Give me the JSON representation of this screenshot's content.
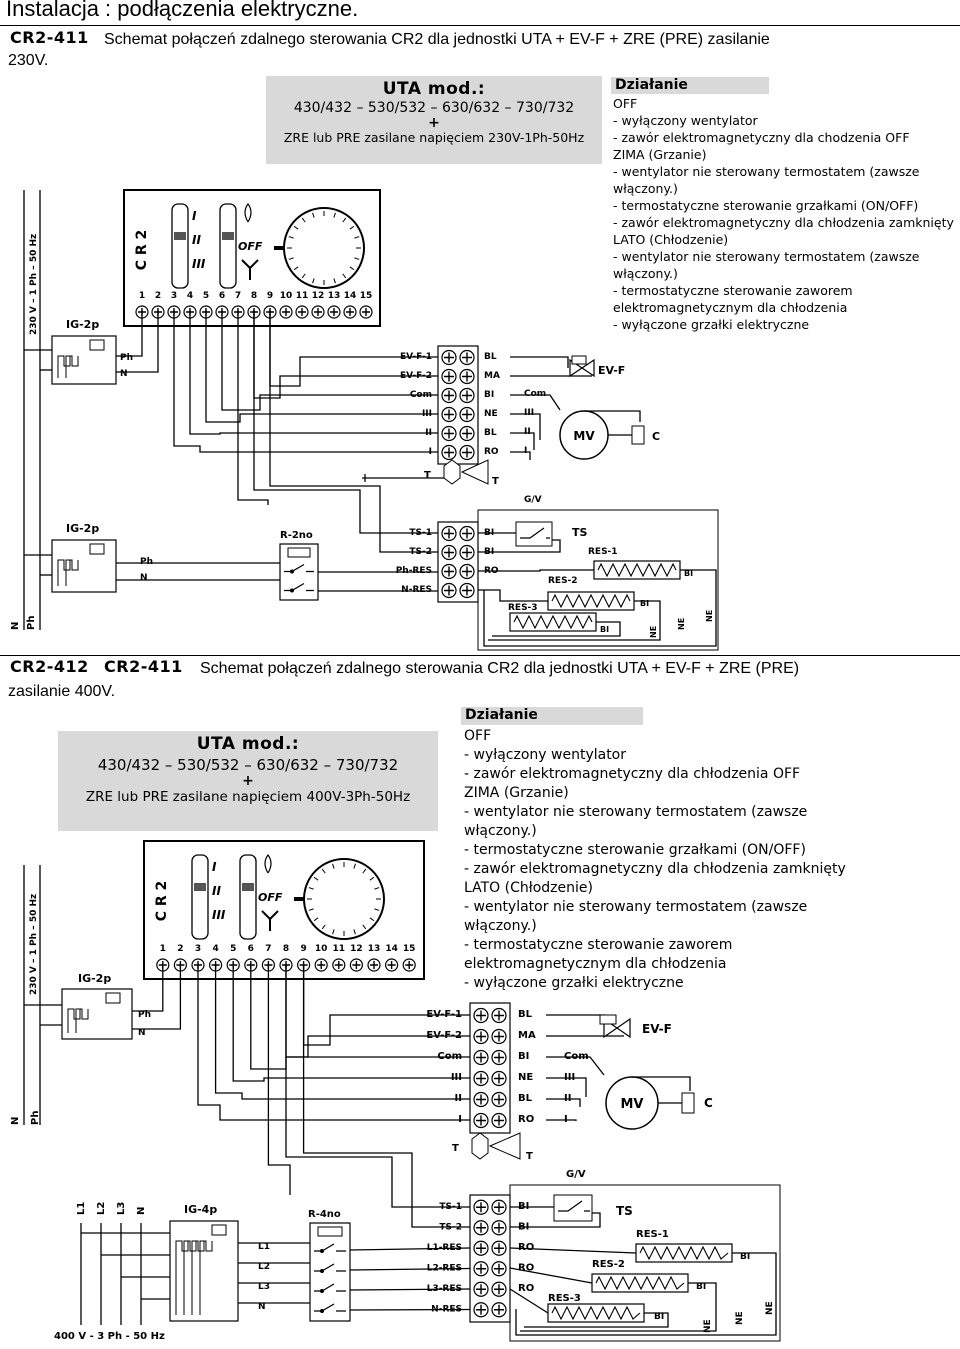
{
  "page": {
    "title": "Instalacja : podłączenia elektryczne."
  },
  "section1": {
    "codes": [
      "CR2-411"
    ],
    "caption_line1": "Schemat połączeń zdalnego sterowania CR2 dla jednostki UTA + EV-F + ZRE (PRE) zasilanie",
    "caption_line2": "230V.",
    "uta": {
      "title": "UTA mod.:",
      "models": "430/432 – 530/532 – 630/632 – 730/732",
      "plus": "+",
      "supply": "ZRE lub PRE zasilane napięciem 230V-1Ph-50Hz"
    },
    "actions_head": "Działanie",
    "actions": [
      "OFF",
      "- wyłączony wentylator",
      "- zawór elektromagnetyczny dla chodzenia OFF",
      "ZIMA (Grzanie)",
      "- wentylator nie sterowany termostatem (zawsze",
      "włączony.)",
      "- termostatyczne sterowanie grzałkami (ON/OFF)",
      "- zawór elektromagnetyczny dla chłodzenia zamknięty",
      "LATO (Chłodzenie)",
      "- wentylator nie sterowany termostatem (zawsze",
      "włączony.)",
      "- termostatyczne sterowanie zaworem",
      "elektromagnetycznym dla chłodzenia",
      "- wyłączone grzałki elektryczne"
    ],
    "diagram": {
      "supply_label": "230 V – 1 Ph – 50 Hz",
      "supply_bottom": [
        "N",
        "Ph"
      ],
      "cr2": "C R 2",
      "speeds": [
        "I",
        "II",
        "III"
      ],
      "off": "OFF",
      "terminals": [
        "1",
        "2",
        "3",
        "4",
        "5",
        "6",
        "7",
        "8",
        "9",
        "10",
        "11",
        "12",
        "13",
        "14",
        "15"
      ],
      "ig_top": "IG-2p",
      "ig_top_lines": [
        "Ph",
        "N"
      ],
      "block1_labels": [
        "EV-F-1",
        "EV-F-2",
        "Com",
        "III",
        "II",
        "I"
      ],
      "block1_colors": [
        "BL",
        "MA",
        "BI",
        "NE",
        "BL",
        "RO"
      ],
      "motor_labels": [
        "Com",
        "III",
        "II",
        "I"
      ],
      "evf": "EV-F",
      "mv": "MV",
      "cap": "C",
      "t_left": "T",
      "t_right": "T",
      "gv": "G/V",
      "ig_bottom": "IG-2p",
      "ig_bottom_lines": [
        "Ph",
        "N"
      ],
      "relay": "R-2no",
      "block2_labels": [
        "TS-1",
        "TS-2",
        "Ph-RES",
        "N-RES"
      ],
      "block2_colors": [
        "BI",
        "BI",
        "RO"
      ],
      "ts": "TS",
      "res": [
        "RES-1",
        "RES-2",
        "RES-3"
      ],
      "res_colors": [
        "BI",
        "BI",
        "BI"
      ],
      "ne": [
        "NE",
        "NE",
        "NE"
      ]
    }
  },
  "section2": {
    "codes": [
      "CR2-412",
      "CR2-411"
    ],
    "caption_line1": "Schemat połączeń zdalnego sterowania CR2 dla jednostki UTA + EV-F + ZRE (PRE)",
    "caption_line2": "zasilanie 400V.",
    "uta": {
      "title": "UTA mod.:",
      "models": "430/432 – 530/532 – 630/632 – 730/732",
      "plus": "+",
      "supply": "ZRE lub PRE zasilane napięciem 400V-3Ph-50Hz"
    },
    "actions_head": "Działanie",
    "actions": [
      "OFF",
      "- wyłączony wentylator",
      "- zawór elektromagnetyczny dla chłodzenia OFF",
      "ZIMA (Grzanie)",
      "- wentylator nie sterowany termostatem (zawsze",
      "włączony.)",
      "- termostatyczne sterowanie grzałkami (ON/OFF)",
      "- zawór elektromagnetyczny dla chłodzenia zamknięty",
      "LATO (Chłodzenie)",
      "- wentylator nie sterowany termostatem (zawsze",
      "włączony.)",
      "- termostatyczne sterowanie zaworem",
      "elektromagnetycznym dla chłodzenia",
      "- wyłączone grzałki elektryczne"
    ],
    "diagram": {
      "supply_label": "230 V – 1 Ph – 50 Hz",
      "supply_bottom": [
        "N",
        "Ph"
      ],
      "cr2": "C R 2",
      "speeds": [
        "I",
        "II",
        "III"
      ],
      "off": "OFF",
      "terminals": [
        "1",
        "2",
        "3",
        "4",
        "5",
        "6",
        "7",
        "8",
        "9",
        "10",
        "11",
        "12",
        "13",
        "14",
        "15"
      ],
      "ig_top": "IG-2p",
      "ig_top_lines": [
        "Ph",
        "N"
      ],
      "block1_labels": [
        "EV-F-1",
        "EV-F-2",
        "Com",
        "III",
        "II",
        "I"
      ],
      "block1_colors": [
        "BL",
        "MA",
        "BI",
        "NE",
        "BL",
        "RO"
      ],
      "motor_labels": [
        "Com",
        "III",
        "II",
        "I"
      ],
      "evf": "EV-F",
      "mv": "MV",
      "cap": "C",
      "t_left": "T",
      "t_right": "T",
      "gv": "G/V",
      "three_phase": [
        "L1",
        "L2",
        "L3",
        "N"
      ],
      "ig_bottom": "IG-4p",
      "ig_bottom_lines": [
        "L1",
        "L2",
        "L3",
        "N"
      ],
      "relay": "R-4no",
      "block2_labels": [
        "TS-1",
        "TS-2",
        "L1-RES",
        "L2-RES",
        "L3-RES",
        "N-RES"
      ],
      "block2_colors": [
        "BI",
        "BI",
        "RO",
        "RO",
        "RO"
      ],
      "ts": "TS",
      "res": [
        "RES-1",
        "RES-2",
        "RES-3"
      ],
      "res_colors": [
        "BI",
        "BI",
        "BI"
      ],
      "ne": [
        "NE",
        "NE",
        "NE"
      ],
      "supply_3ph": "400 V - 3 Ph - 50 Hz"
    }
  }
}
